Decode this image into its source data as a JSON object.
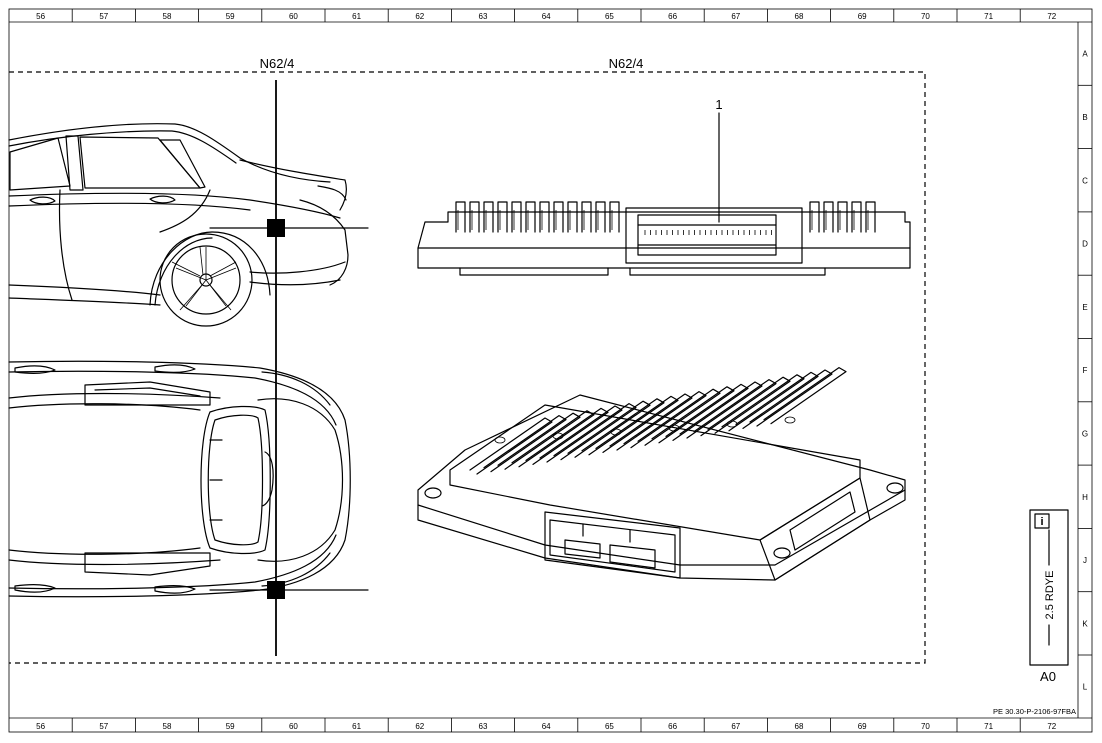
{
  "sheet": {
    "top_columns": [
      "56",
      "57",
      "58",
      "59",
      "60",
      "61",
      "62",
      "63",
      "64",
      "65",
      "66",
      "67",
      "68",
      "69",
      "70",
      "71",
      "72"
    ],
    "bottom_columns": [
      "56",
      "57",
      "58",
      "59",
      "60",
      "61",
      "62",
      "63",
      "64",
      "65",
      "66",
      "67",
      "68",
      "69",
      "70",
      "71",
      "72"
    ],
    "rows": [
      "A",
      "B",
      "C",
      "D",
      "E",
      "F",
      "G",
      "H",
      "J",
      "K",
      "L"
    ],
    "document_ref": "PE 30.30-P-2106-97FBA"
  },
  "labels": {
    "left_component": "N62/4",
    "right_component": "N62/4",
    "callout_1": "1"
  },
  "info_box": {
    "icon": "info-icon",
    "icon_glyph": "i",
    "code": "2.5 RDYE",
    "variant": "A0"
  }
}
